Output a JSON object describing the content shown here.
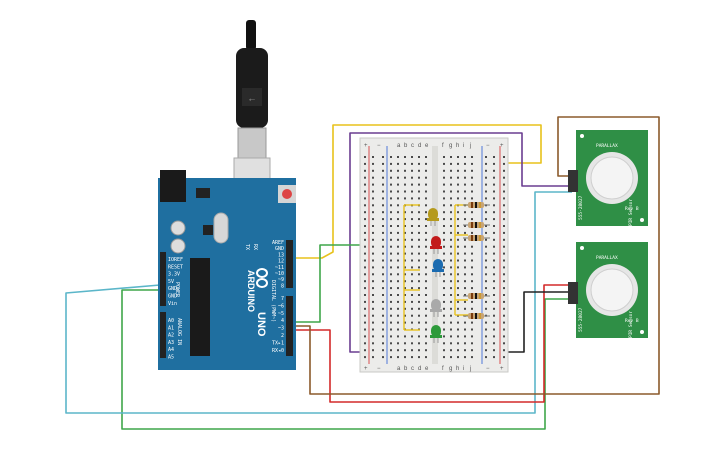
{
  "colors": {
    "arduino": "#1f6fa0",
    "breadboard": "#ececea",
    "sensor_board": "#2f8f46",
    "wire_yellow": "#e8c21c",
    "wire_purple": "#6a3d91",
    "wire_green": "#3fa64a",
    "wire_red": "#d42a2a",
    "wire_brown": "#8b5a2b",
    "wire_cyan": "#5bb6c9",
    "wire_black": "#222222",
    "wire_pink": "#c2388e"
  },
  "arduino": {
    "brand_text": "ARDUINO",
    "model_text": "UNO",
    "icon": "infinity-logo-icon",
    "power_pins": [
      "IOREF",
      "RESET",
      "3.3V",
      "5V",
      "GND",
      "GND",
      "Vin"
    ],
    "power_header_label": "POWER",
    "analog_pins": [
      "A0",
      "A1",
      "A2",
      "A3",
      "A4",
      "A5"
    ],
    "analog_header_label": "ANALOG IN",
    "digital_pins_top": [
      "AREF",
      "GND",
      "13",
      "12",
      "~11",
      "~10",
      "~9",
      "8"
    ],
    "digital_pins_bottom": [
      "7",
      "~6",
      "~5",
      "4",
      "~3",
      "2",
      "TX▸1",
      "RX◂0"
    ],
    "digital_header_label": "DIGITAL (PWM~)",
    "chip_labels": [
      "TX",
      "RX"
    ]
  },
  "breadboard": {
    "column_letters_left": [
      "a",
      "b",
      "c",
      "d",
      "e"
    ],
    "column_letters_right": [
      "f",
      "g",
      "h",
      "i",
      "j"
    ],
    "rail_plus": "+",
    "rail_minus": "−"
  },
  "leds": [
    {
      "name": "yellow",
      "color": "#b59a1c"
    },
    {
      "name": "red",
      "color": "#c21b1b"
    },
    {
      "name": "blue",
      "color": "#1a6bb0"
    },
    {
      "name": "white",
      "color": "#a9a9a9"
    },
    {
      "name": "green",
      "color": "#2d9a3a"
    }
  ],
  "pir_sensors": [
    {
      "brand": "PARALLAX",
      "model": "555-28027",
      "footer": "PIR Sensor",
      "rev": "Rev B"
    },
    {
      "brand": "PARALLAX",
      "model": "555-28027",
      "footer": "PIR Sensor",
      "rev": "Rev B"
    }
  ]
}
